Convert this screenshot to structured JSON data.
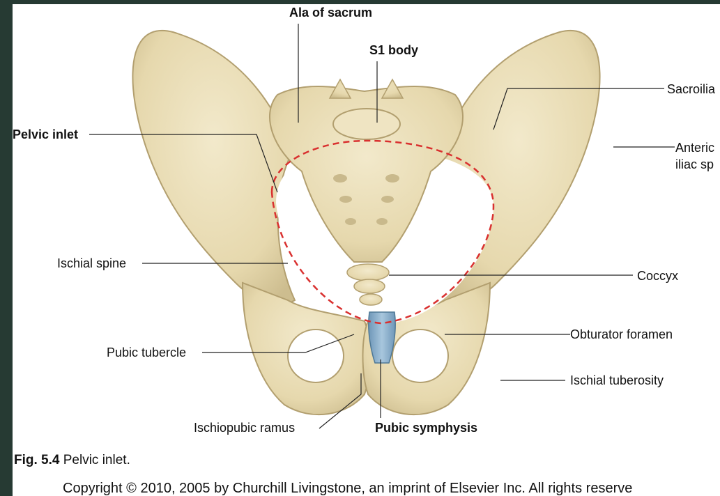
{
  "figure": {
    "labels": {
      "ala_of_sacrum": "Ala of sacrum",
      "s1_body": "S1 body",
      "sacroiliac": "Sacroilia",
      "anterior_line1": "Anteric",
      "anterior_line2": "iliac sp",
      "pelvic_inlet": "Pelvic inlet",
      "ischial_spine": "Ischial spine",
      "coccyx": "Coccyx",
      "obturator_foramen": "Obturator foramen",
      "pubic_tubercle": "Pubic tubercle",
      "ischial_tuberosity": "Ischial tuberosity",
      "ischiopubic_ramus": "Ischiopubic ramus",
      "pubic_symphysis": "Pubic symphysis"
    },
    "caption": {
      "number": "Fig. 5.4",
      "text": " Pelvic inlet."
    },
    "copyright": "Copyright © 2010, 2005 by Churchill Livingstone, an imprint of Elsevier Inc. All rights reserve",
    "colors": {
      "bone": "#e9ddb8",
      "bone_shadow": "#c9b98c",
      "symphysis": "#8fb3cf",
      "inlet_dash": "#d9302f",
      "frame": "#263a33"
    }
  }
}
